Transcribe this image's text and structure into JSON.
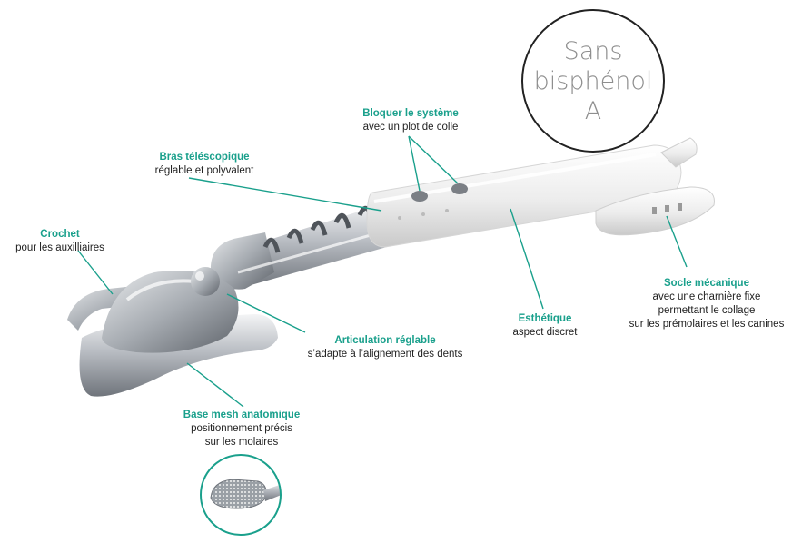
{
  "badge": {
    "line1": "Sans",
    "line2": "bisphénol A"
  },
  "callouts": {
    "bloquer": {
      "title": "Bloquer le système",
      "sub": [
        "avec un plot de colle"
      ]
    },
    "bras": {
      "title": "Bras téléscopique",
      "sub": [
        "réglable et polyvalent"
      ]
    },
    "crochet": {
      "title": "Crochet",
      "sub": [
        "pour les auxilliaires"
      ]
    },
    "socle": {
      "title": "Socle mécanique",
      "sub": [
        "avec une charnière fixe",
        "permettant le collage",
        "sur les prémolaires et les canines"
      ]
    },
    "esthetique": {
      "title": "Esthétique",
      "sub": [
        "aspect discret"
      ]
    },
    "articulation": {
      "title": "Articulation réglable",
      "sub": [
        "s’adapte à l’alignement des dents"
      ]
    },
    "base": {
      "title": "Base mesh anatomique",
      "sub": [
        "positionnement précis",
        "sur les molaires"
      ]
    }
  },
  "colors": {
    "accent": "#1aa08c",
    "text": "#222222",
    "badge_text": "#8e8e8e",
    "metal": "#b8bcc2",
    "plastic": "#eeeeee"
  }
}
